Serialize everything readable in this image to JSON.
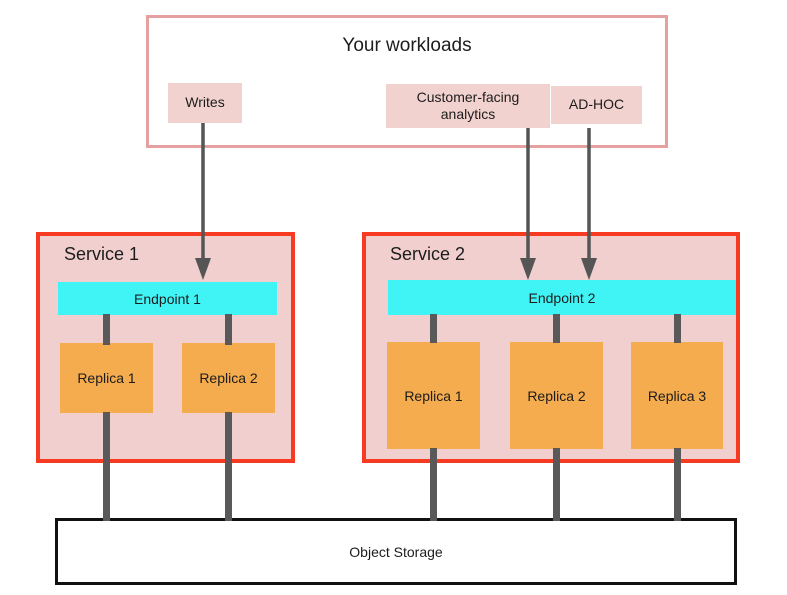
{
  "diagram": {
    "workloads": {
      "title": "Your workloads",
      "items": [
        {
          "label": "Writes"
        },
        {
          "label": "Customer-facing analytics"
        },
        {
          "label": "AD-HOC"
        }
      ]
    },
    "services": [
      {
        "title": "Service 1",
        "endpoint": "Endpoint 1",
        "replicas": [
          "Replica 1",
          "Replica 2"
        ]
      },
      {
        "title": "Service 2",
        "endpoint": "Endpoint 2",
        "replicas": [
          "Replica 1",
          "Replica 2",
          "Replica 3"
        ]
      }
    ],
    "storage": {
      "label": "Object Storage"
    },
    "colors": {
      "workloads_border": "#e5a0a0",
      "workload_item_bg": "#f2d2ce",
      "service_border": "#f63b22",
      "service_bg": "#f2cfcf",
      "endpoint_bg": "#40f4f6",
      "replica_bg": "#f5ac4e",
      "connector": "#595959",
      "arrow": "#555555",
      "storage_border": "#111111",
      "text": "#1c1c1c"
    }
  }
}
